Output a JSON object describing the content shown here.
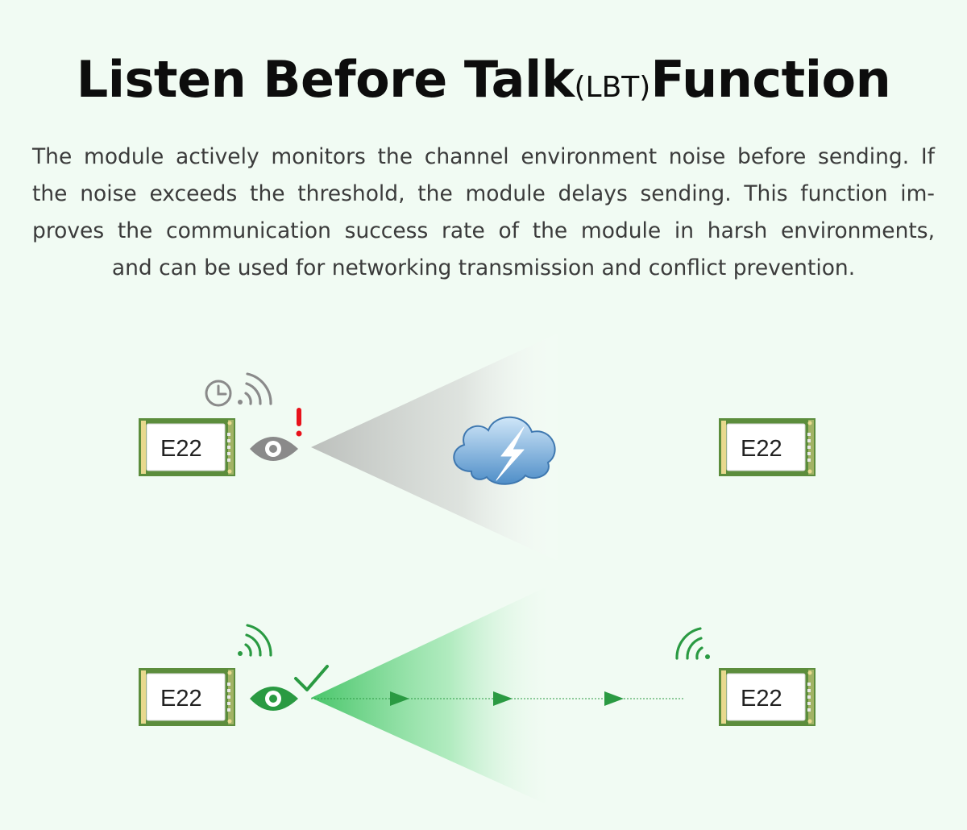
{
  "header": {
    "title_main": "Listen Before Talk",
    "title_paren": "(LBT)",
    "title_tail": "Function"
  },
  "description": {
    "lines": [
      "The module actively monitors the channel environment noise before sending. If",
      "the noise exceeds the threshold, the module delays sending. This function im-",
      "proves the communication success rate of the module in harsh environments,",
      "and can be used for networking transmission and conflict prevention."
    ]
  },
  "modules": {
    "top_sender_label": "E22",
    "top_receiver_label": "E22",
    "bottom_sender_label": "E22",
    "bottom_receiver_label": "E22"
  },
  "icons": {
    "top_row": [
      "clock-icon",
      "signal-icon",
      "eye-icon",
      "alert-icon",
      "storm-cloud-icon"
    ],
    "bottom_row": [
      "signal-icon",
      "eye-icon",
      "checkmark-icon",
      "arrow-icon",
      "signal-icon"
    ]
  },
  "colors": {
    "green": "#2a9a42",
    "gray": "#8a8a8a",
    "alert_red": "#e8121b",
    "pcb_green": "#5c8d3c",
    "background": "#f1fbf3"
  }
}
